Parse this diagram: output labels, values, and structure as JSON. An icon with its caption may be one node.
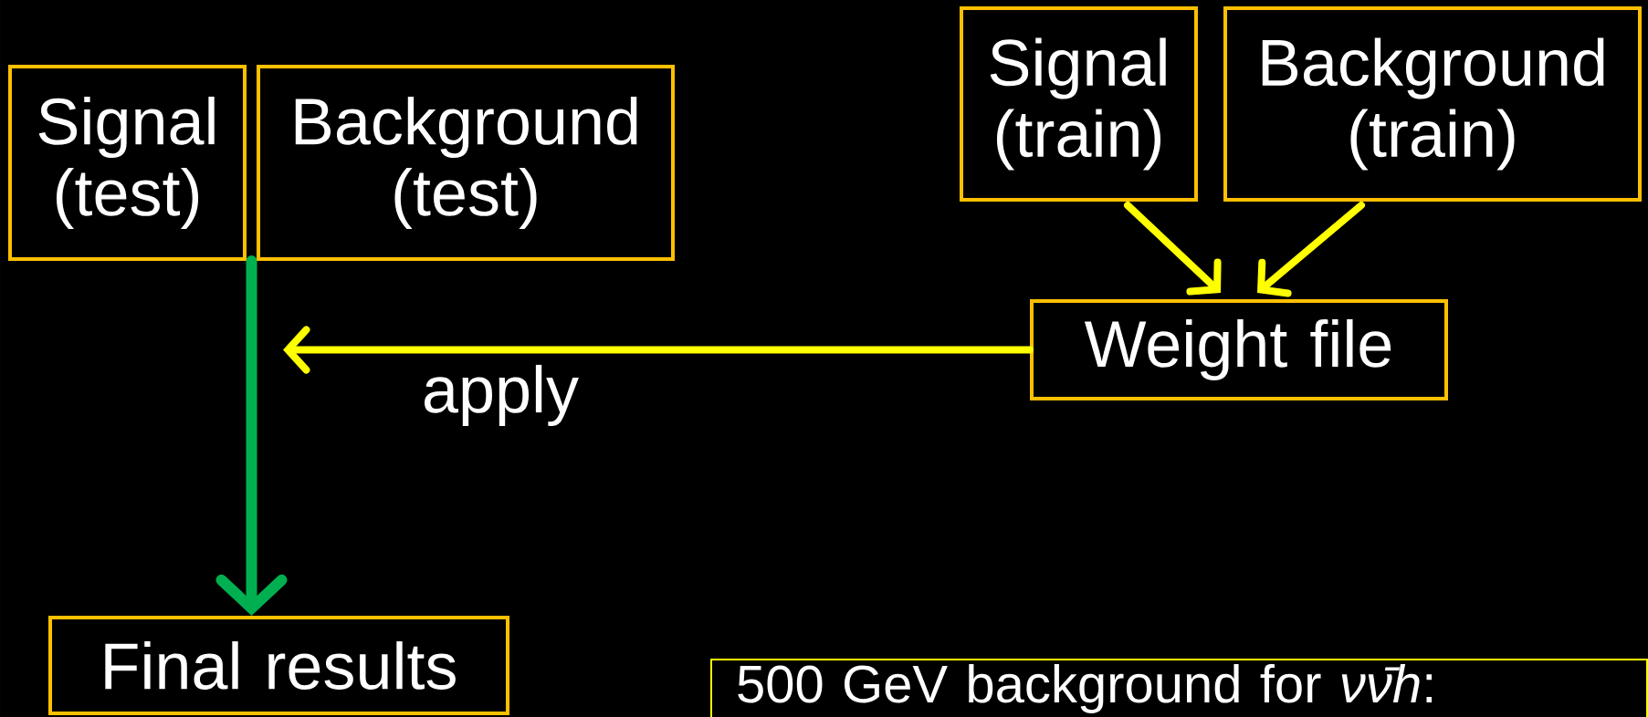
{
  "diagram": {
    "nodes": [
      {
        "text": [
          "Signal (test)"
        ]
      },
      {
        "text": [
          "Background (test)"
        ]
      },
      {
        "text": [
          "Signal (train)"
        ]
      },
      {
        "text": [
          "Background (train)"
        ]
      },
      {
        "text": [
          "Weight file"
        ]
      },
      {
        "text": [
          "Final results"
        ]
      },
      {
        "text": [
          "500 GeV background for *νν̄h*:"
        ]
      }
    ],
    "edges": [
      {
        "from": 0,
        "to": 5,
        "arrow": "to",
        "color": "#00b050"
      },
      {
        "from": 1,
        "to": 5,
        "arrow": "to",
        "color": "#00b050"
      },
      {
        "from": 2,
        "to": 4,
        "arrow": "to"
      },
      {
        "from": 3,
        "to": 4,
        "arrow": "to"
      },
      {
        "from": 4,
        "to": null,
        "arrow": "to",
        "label": "apply"
      }
    ]
  }
}
